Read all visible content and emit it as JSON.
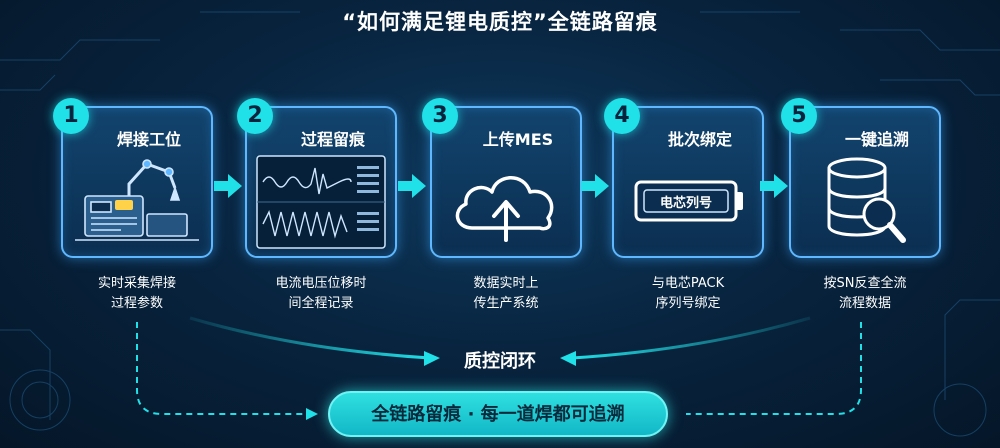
{
  "title": "“如何满足锂电质控”全链路留痕",
  "steps": [
    {
      "number": "1",
      "title": "焊接工位",
      "desc_line1": "实时采集焊接",
      "desc_line2": "过程参数"
    },
    {
      "number": "2",
      "title": "过程留痕",
      "desc_line1": "电流电压位移时",
      "desc_line2": "间全程记录"
    },
    {
      "number": "3",
      "title": "上传MES",
      "desc_line1": "数据实时上",
      "desc_line2": "传生产系统"
    },
    {
      "number": "4",
      "title": "批次绑定",
      "desc_line1": "与电芯PACK",
      "desc_line2": "序列号绑定",
      "battery_label": "电芯列号"
    },
    {
      "number": "5",
      "title": "一键追溯",
      "desc_line1": "按SN反查全流",
      "desc_line2": "流程数据"
    }
  ],
  "loop_label": "质控闭环",
  "banner": "全链路留痕 · 每一道焊都可追溯",
  "colors": {
    "accent": "#20e0e8",
    "card_border": "#5fb8ff",
    "background": "#08243f"
  }
}
